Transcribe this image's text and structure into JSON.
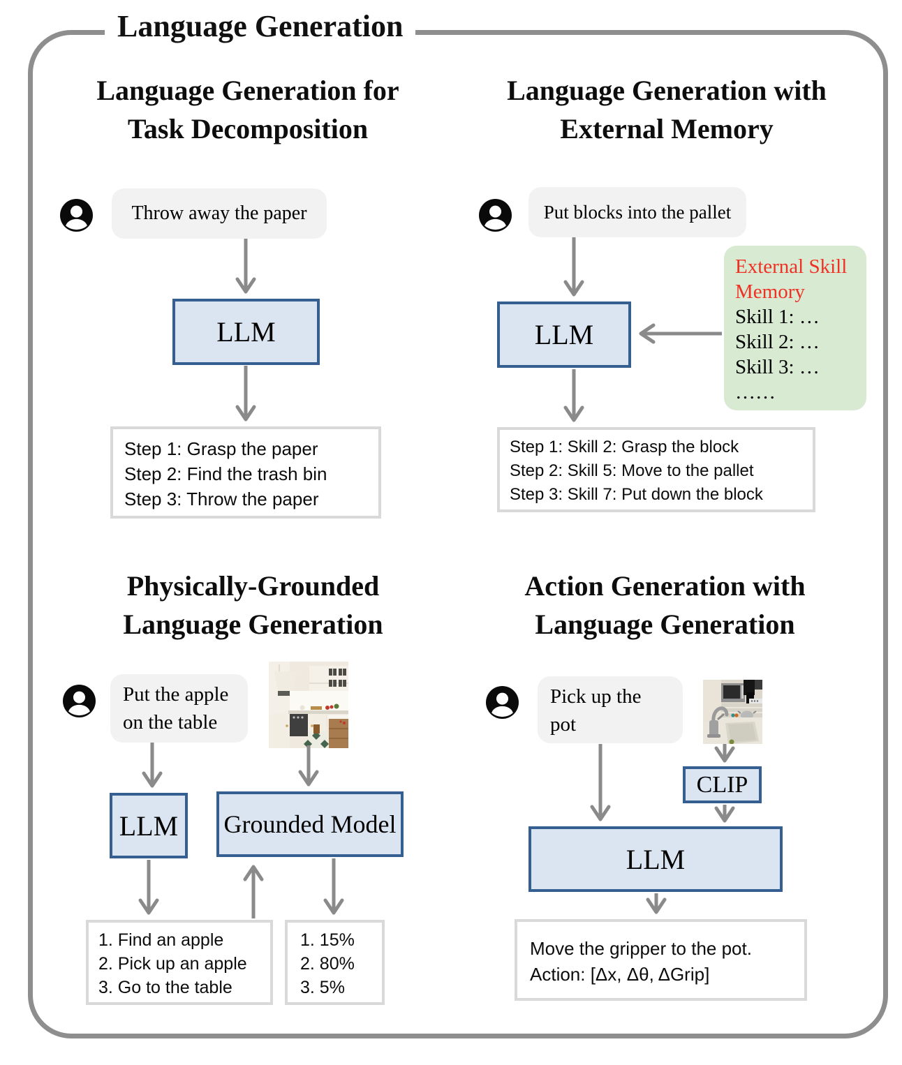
{
  "frame": {
    "title": "Language Generation"
  },
  "colors": {
    "model_box_fill": "#dbe5f1",
    "model_box_border": "#365f91",
    "memory_box_fill": "#d9ead3",
    "memory_title_red": "#ee3124",
    "bubble_gray": "#f2f2f2",
    "arrow_gray": "#8a8a8a",
    "frame_gray": "#8e8e8e",
    "output_box_border": "#d9d9d9"
  },
  "panels": {
    "task_decomposition": {
      "title_line1": "Language Generation for",
      "title_line2": "Task Decomposition",
      "user_prompt": "Throw away the paper",
      "model_label": "LLM",
      "output_lines": [
        "Step 1: Grasp the paper",
        "Step 2: Find the trash bin",
        "Step 3: Throw the paper"
      ]
    },
    "external_memory": {
      "title_line1": "Language Generation with",
      "title_line2": "External Memory",
      "user_prompt": "Put blocks into the pallet",
      "model_label": "LLM",
      "memory_title_line1": "External Skill",
      "memory_title_line2": "Memory",
      "memory_items": [
        "Skill 1: …",
        "Skill 2: …",
        "Skill 3: …",
        "……"
      ],
      "output_lines": [
        "Step 1: Skill 2: Grasp the block",
        "Step 2: Skill 5: Move to the pallet",
        "Step 3: Skill 7: Put down the block"
      ]
    },
    "physically_grounded": {
      "title_line1": "Physically-Grounded",
      "title_line2": "Language Generation",
      "user_prompt_line1": "Put the apple",
      "user_prompt_line2": "on the table",
      "llm_label": "LLM",
      "grounded_model_label": "Grounded Model",
      "plan_lines": [
        "1. Find an apple",
        "2. Pick up an apple",
        "3. Go to the table"
      ],
      "score_lines": [
        "1. 15%",
        "2. 80%",
        "3. 5%"
      ]
    },
    "action_generation": {
      "title_line1": "Action Generation with",
      "title_line2": "Language Generation",
      "user_prompt_line1": "Pick up the",
      "user_prompt_line2": "pot",
      "clip_label": "CLIP",
      "llm_label": "LLM",
      "output_lines": [
        "Move the gripper to the pot.",
        "Action: [Δx, Δθ, ΔGrip]"
      ]
    }
  },
  "icons": {
    "user_avatar": "user-avatar-icon",
    "kitchen_photo": "kitchen-scene-photo",
    "sink_photo": "kitchen-sink-with-robot-arm-photo"
  }
}
